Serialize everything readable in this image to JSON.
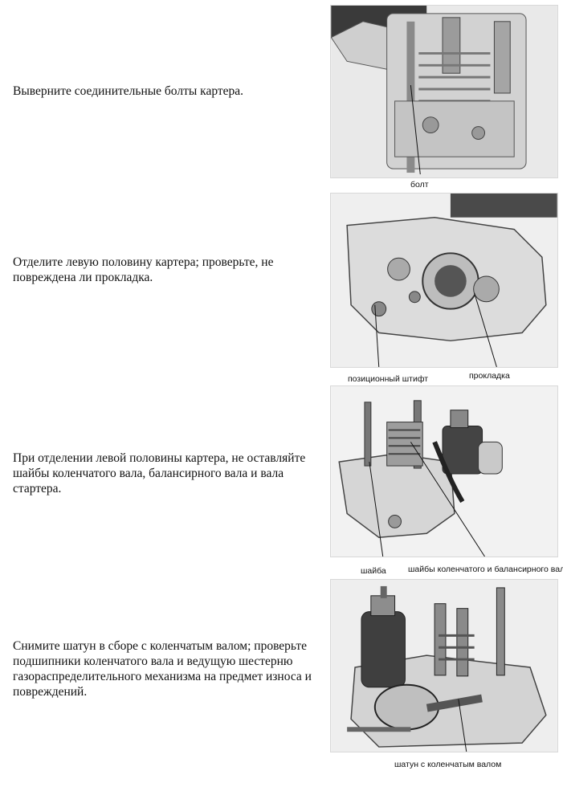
{
  "steps": [
    {
      "text": "Выверните соединительные болты картера.",
      "captions": [
        "болт"
      ]
    },
    {
      "text": "Отделите левую половину картера; проверьте, не повреждена ли прокладка.",
      "captions": [
        "позиционный штифт",
        "прокладка"
      ]
    },
    {
      "text": "При отделении левой половины картера, не оставляйте шайбы коленчатого вала, балансирного вала и вала стартера.",
      "captions": [
        "шайба",
        "шайбы коленчатого и балансирного вала"
      ]
    },
    {
      "text": "Снимите шатун в сборе с коленчатым валом; проверьте подшипники коленчатого вала и ведущую шестерню газораспределительного механизма на предмет износа и повреждений.",
      "captions": [
        "шатун с коленчатым валом"
      ]
    }
  ]
}
